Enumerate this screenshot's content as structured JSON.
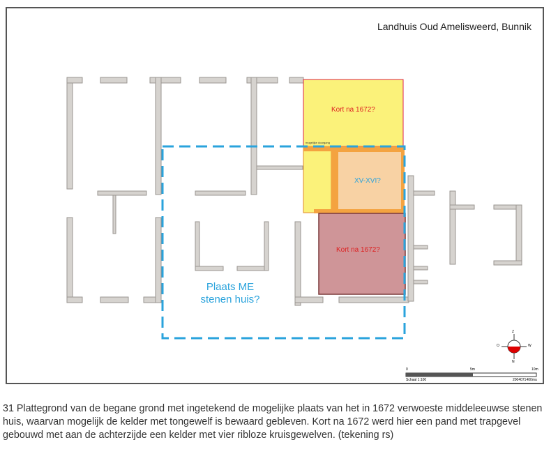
{
  "title": "Landhuis Oud Amelisweerd, Bunnik",
  "rooms": {
    "north": "Kort na 1672?",
    "middle": "XV-XVI?",
    "south": "Kort na 1672?",
    "me_line1": "Plaats ME",
    "me_line2": "stenen huis?",
    "doorway": "mogelijke doorgang"
  },
  "compass": {
    "n": "Z",
    "s": "N",
    "e": "W",
    "w": "O"
  },
  "scale": {
    "start": "0",
    "mid": "5m",
    "end": "10m",
    "label": "Schaal 1:100",
    "code": "2004071400mu"
  },
  "caption": "31  Plattegrond van de begane grond met ingetekend de mogelijke plaats van het in 1672 verwoeste middeleeuwse stenen huis, waarvan mogelijk de kelder met tongewelf is bewaard gebleven. Kort na 1672 werd hier een pand met trapgevel gebouwd met aan de achterzijde een kelder met vier ribloze kruisgewelven. (tekening rs)",
  "colors": {
    "yellow": "#fbf27a",
    "orange": "#f4a340",
    "peach": "#f8d2a4",
    "mauve": "#cf9598",
    "blue": "#2aa3dc",
    "wall": "#d6d3cf"
  }
}
